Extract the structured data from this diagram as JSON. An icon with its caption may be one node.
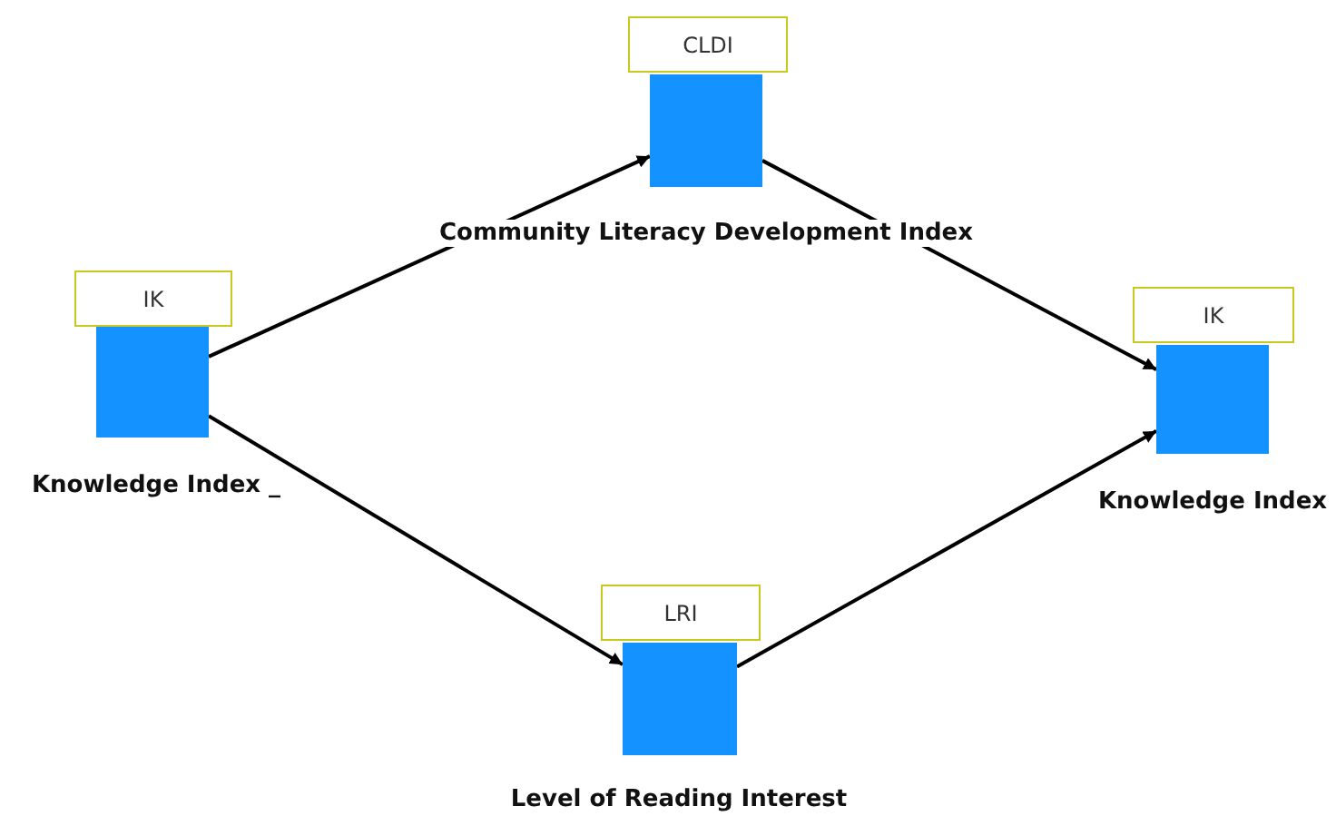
{
  "diagram": {
    "nodes": [
      {
        "text": [
          "IK",
          "Knowledge Index _"
        ]
      },
      {
        "text": [
          "CLDI",
          "Community Literacy Development Index"
        ]
      },
      {
        "text": [
          "LRI",
          "Level of Reading Interest"
        ]
      },
      {
        "text": [
          "IK",
          "Knowledge Index"
        ]
      }
    ],
    "edges": [
      {
        "from": 0,
        "to": 1,
        "arrow": "to"
      },
      {
        "from": 1,
        "to": 3,
        "arrow": "to"
      },
      {
        "from": 0,
        "to": 2,
        "arrow": "to"
      },
      {
        "from": 2,
        "to": 3,
        "arrow": "to"
      }
    ]
  }
}
